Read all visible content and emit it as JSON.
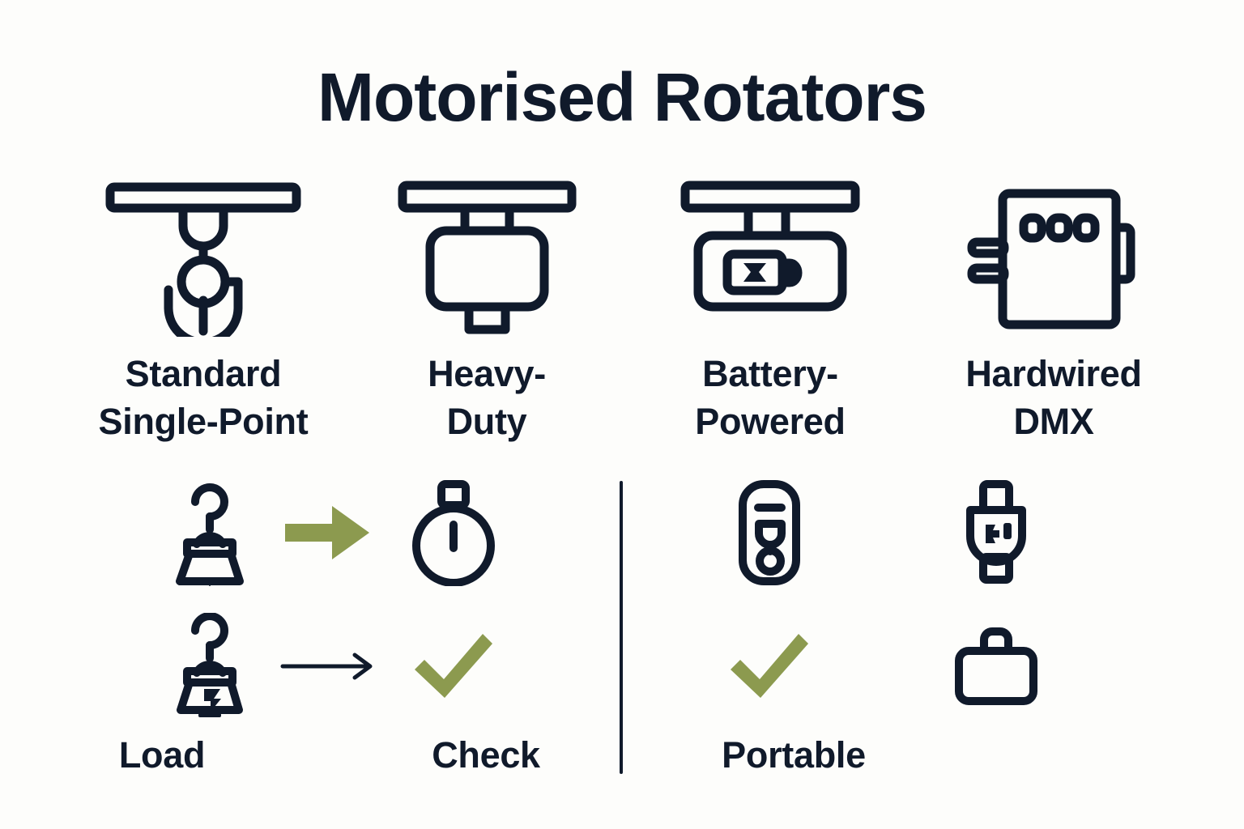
{
  "page": {
    "title": "Motorised Rotators",
    "background_color": "#fdfdfb",
    "ink_color": "#101a2b",
    "accent_color": "#8c9a4f"
  },
  "products": [
    {
      "id": "standard-single-point",
      "label": "Standard\nSingle-Point",
      "label_line1": "Standard",
      "label_line2": "Single-Point",
      "icon": "ceiling-hook-icon"
    },
    {
      "id": "heavy-duty",
      "label": "Heavy-\nDuty",
      "label_line1": "Heavy-",
      "label_line2": "Duty",
      "icon": "ceiling-motor-box-icon"
    },
    {
      "id": "battery-powered",
      "label": "Battery-\nPowered",
      "label_line1": "Battery-",
      "label_line2": "Powered",
      "icon": "ceiling-battery-box-icon"
    },
    {
      "id": "hardwired-dmx",
      "label": "Hardwired\nDMX",
      "label_line1": "Hardwired",
      "label_line2": "DMX",
      "icon": "dmx-controller-box-icon"
    }
  ],
  "comparison": {
    "left_group": {
      "labels": {
        "load": "Load",
        "check": "Check"
      },
      "rows": [
        {
          "id": "row-weight-timer",
          "from_icon": "hook-weight-icon",
          "arrow": "thick-arrow-right",
          "to_icon": "stopwatch-icon"
        },
        {
          "id": "row-weight-check",
          "from_icon": "hook-weight-filled-icon",
          "arrow": "thin-arrow-right",
          "to_icon": "checkmark-icon"
        }
      ]
    },
    "right_group": {
      "labels": {
        "portable": "Portable"
      },
      "rows": [
        {
          "id": "row-remote-connector",
          "left_icon": "remote-control-icon",
          "right_icon": "dmx-connector-icon"
        },
        {
          "id": "row-check-case",
          "left_icon": "checkmark-icon",
          "right_icon": "briefcase-icon"
        }
      ]
    },
    "divider": "vertical-divider"
  }
}
